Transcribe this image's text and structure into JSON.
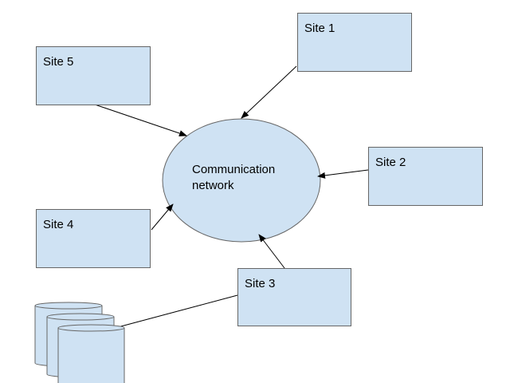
{
  "network": {
    "label_line1": "Communication",
    "label_line2": "network"
  },
  "sites": [
    {
      "id": "site1",
      "label": "Site 1"
    },
    {
      "id": "site2",
      "label": "Site 2"
    },
    {
      "id": "site3",
      "label": "Site 3"
    },
    {
      "id": "site4",
      "label": "Site 4"
    },
    {
      "id": "site5",
      "label": "Site 5"
    }
  ],
  "colors": {
    "fill": "#cfe2f3",
    "stroke": "#666666",
    "line": "#000000"
  }
}
